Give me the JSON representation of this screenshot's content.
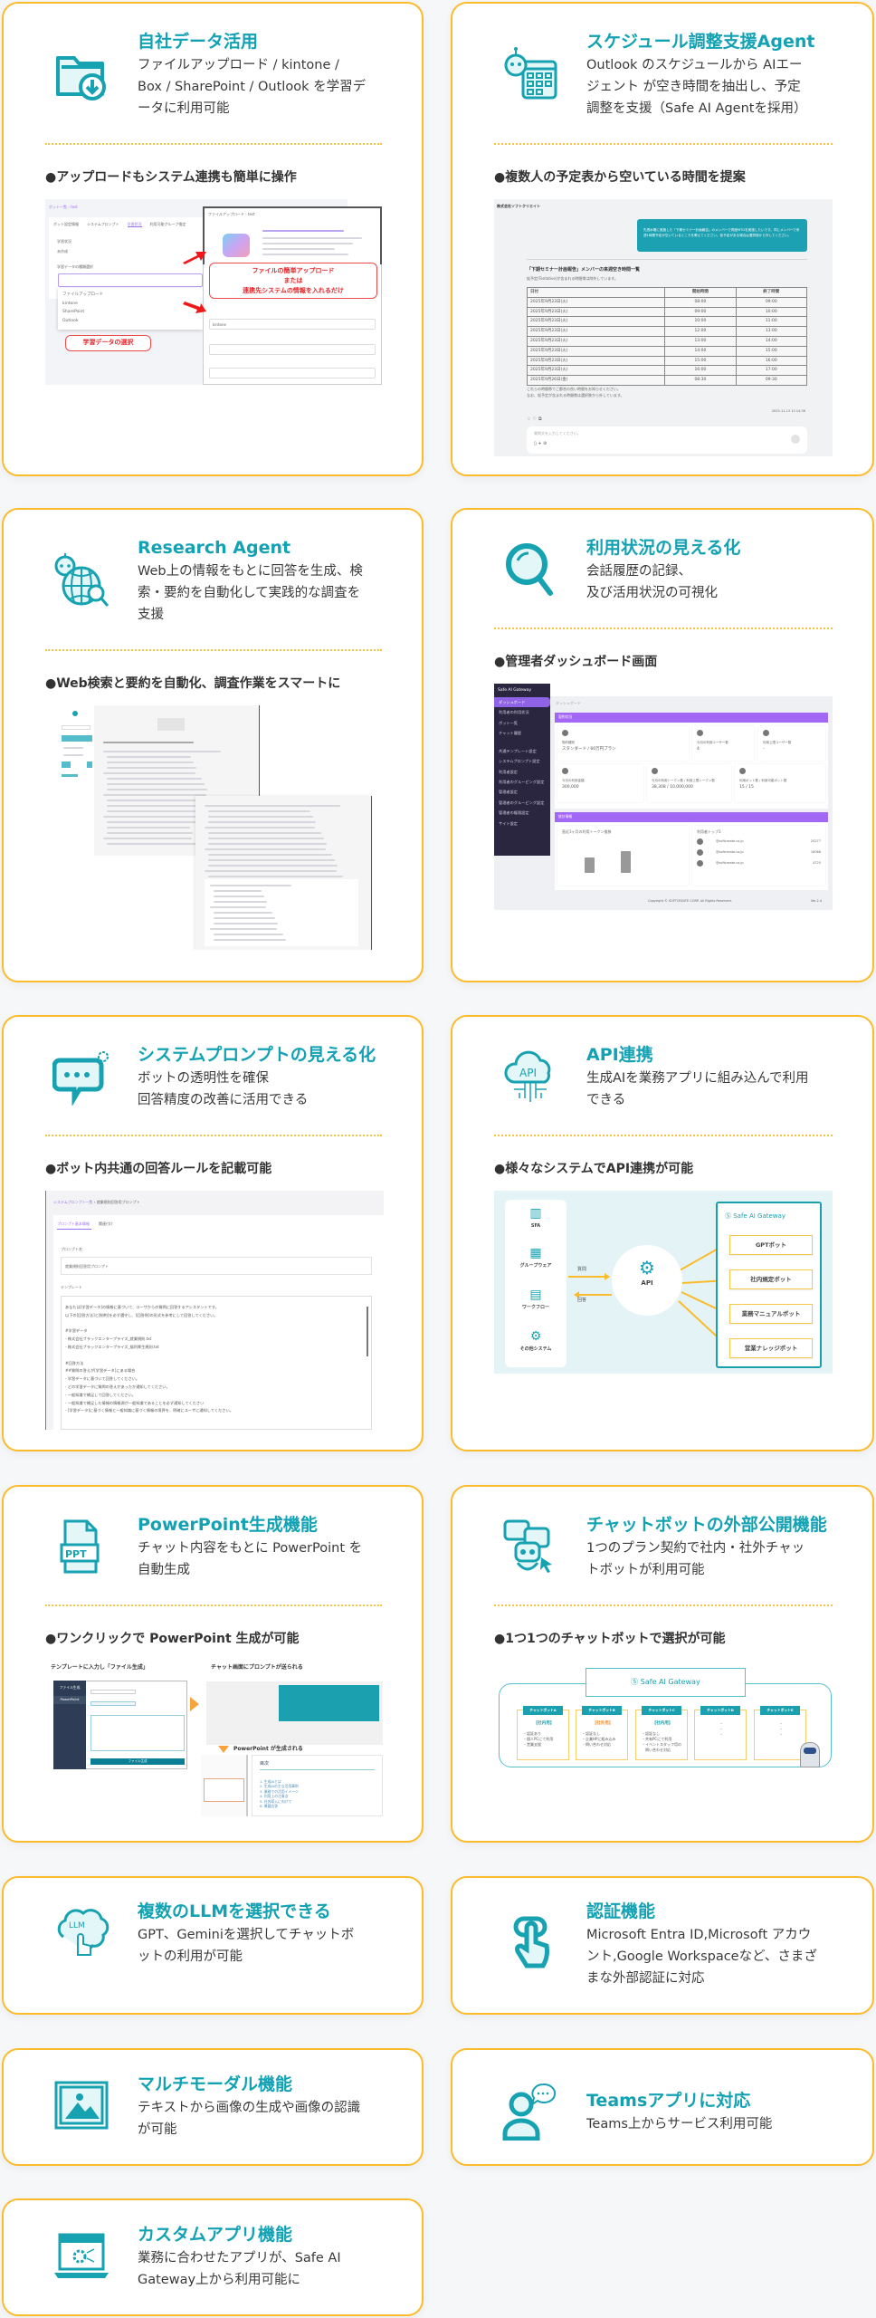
{
  "cards": [
    {
      "title": "自社データ活用",
      "desc": "ファイルアップロード / kintone /\nBox / SharePoint / Outlook を学習デ\nータに利用可能",
      "subheading": "●アップロードもシステム連携も簡単に操作",
      "icon": "folder-download-icon"
    },
    {
      "title": "スケジュール調整支援Agent",
      "desc": "Outlook のスケジュールから AIエー\nジェント が空き時間を抽出し、予定\n調整を支援（Safe AI Agentを採用）",
      "subheading": "●複数人の予定表から空いている時間を提案",
      "icon": "robot-calendar-icon"
    },
    {
      "title": "Research Agent",
      "desc": "Web上の情報をもとに回答を生成、検\n索・要約を自動化して実践的な調査を\n支援",
      "subheading": "●Web検索と要約を自動化、調査作業をスマートに",
      "icon": "robot-globe-search-icon"
    },
    {
      "title": "利用状況の見える化",
      "desc": "会話履歴の記録、\n及び活用状況の可視化",
      "subheading": "●管理者ダッシュボード画面",
      "icon": "magnifier-icon"
    },
    {
      "title": "システムプロンプトの見える化",
      "desc": "ボットの透明性を確保\n回答精度の改善に活用できる",
      "subheading": "●ボット内共通の回答ルールを記載可能",
      "icon": "chat-bubble-gear-icon"
    },
    {
      "title": "API連携",
      "desc": "生成AIを業務アプリに組み込んで利用\nできる",
      "subheading": "●様々なシステムでAPI連携が可能",
      "icon": "api-cloud-icon"
    },
    {
      "title": "PowerPoint生成機能",
      "desc": "チャット内容をもとに PowerPoint を\n自動生成",
      "subheading": "●ワンクリックで PowerPoint 生成が可能",
      "icon": "ppt-file-icon"
    },
    {
      "title": "チャットボットの外部公開機能",
      "desc": "1つのプラン契約で社内・社外チャッ\nトボットが利用可能",
      "subheading": "●1つ1つのチャットボットで選択が可能",
      "icon": "robot-chat-click-icon"
    },
    {
      "title": "複数のLLMを選択できる",
      "desc": "GPT、Geminiを選択してチャットボ\nットの利用が可能",
      "icon": "llm-brain-icon"
    },
    {
      "title": "認証機能",
      "desc": "Microsoft Entra ID,Microsoft アカウ\nント,Google Workspaceなど、さまざ\nまな外部認証に対応",
      "icon": "touch-finger-icon"
    },
    {
      "title": "マルチモーダル機能",
      "desc": "テキストから画像の生成や画像の認識\nが可能",
      "icon": "image-icon"
    },
    {
      "title": "Teamsアプリに対応",
      "desc": "Teams上からサービス利用可能",
      "icon": "person-chat-icon"
    },
    {
      "title": "カスタムアプリ機能",
      "desc": "業務に合わせたアプリが、Safe AI\nGateway上から利用可能に",
      "icon": "laptop-gear-icon"
    }
  ],
  "upload_mock": {
    "breadcrumb": "ボット一覧 › test",
    "tabs": [
      "ボット設定情報",
      "システムプロンプト",
      "学習状況",
      "利用可能グループ指定"
    ],
    "status_label": "学習状況",
    "status_value": "未作成",
    "select_label": "学習データの種類選択",
    "options": [
      "ファイルアップロード",
      "kintone",
      "SharePoint",
      "Outlook"
    ],
    "select_callout": "学習データの選択",
    "modal_title": "ファイルアップロード : test",
    "modal_callout": [
      "ファイルの簡単アップロード",
      "または",
      "連携先システムの情報を入れるだけ"
    ],
    "kintone_value": "kintone"
  },
  "schedule_mock": {
    "company": "株式会社ソフトクリエイト",
    "prompt": "先週水曜に実施した「下期セミナー計画報告」のメンバーで再度MTGを実施したいです。同じメンバーで来週1時間予定が空いているところを教えてください。仮予定がある場合は選択肢から外してください。",
    "heading": "「下期セミナー計画報告」メンバーの来週空き時間一覧",
    "note": "仮予定(Tentative)が含まれる時間帯は除外しています。",
    "columns": [
      "日付",
      "開始時間",
      "終了時間"
    ],
    "rows": [
      [
        "2025年9月23日(火)",
        "08:00",
        "09:00"
      ],
      [
        "2025年9月23日(火)",
        "09:00",
        "10:00"
      ],
      [
        "2025年9月23日(火)",
        "10:00",
        "11:00"
      ],
      [
        "2025年9月23日(火)",
        "12:00",
        "13:00"
      ],
      [
        "2025年9月23日(火)",
        "13:00",
        "14:00"
      ],
      [
        "2025年9月23日(火)",
        "14:00",
        "15:00"
      ],
      [
        "2025年9月23日(火)",
        "15:00",
        "16:00"
      ],
      [
        "2025年9月23日(火)",
        "16:00",
        "17:00"
      ],
      [
        "2025年9月26日(金)",
        "08:30",
        "09:30"
      ]
    ],
    "footer1": "これらの時間帯でご都合の良い時間をお知らせください。",
    "footer2": "なお、仮予定が含まれる時間帯は選択肢から外しています。",
    "timestamp": "2025-11-13 11:14:36",
    "input_placeholder": "質問文を入力してください。"
  },
  "dashboard_mock": {
    "brand": "Safe AI Gateway",
    "nav": [
      "ダッシュボード",
      "利用者の利用状況",
      "ボット一覧",
      "チャット履歴",
      "共通テンプレート設定",
      "システムプロンプト設定",
      "利用者設定",
      "利用者のグルーピング設定",
      "管理者設定",
      "管理者のグルーピング設定",
      "管理者の権限設定",
      "サイト設定"
    ],
    "page": "ダッシュボード",
    "section1": "契約状況",
    "section2": "統計情報",
    "stats": [
      {
        "label": "契約種別",
        "value": "スタンダード / 60万円プラン"
      },
      {
        "label": "今月の利用ユーザー数",
        "value": "4"
      },
      {
        "label": "利用上限ユーザー数",
        "value": "-"
      },
      {
        "label": "今月の利用金額",
        "value": "300,000"
      },
      {
        "label": "今月の利用トークン数 / 利用上限トークン数",
        "value": "38,308 / 10,000,000"
      },
      {
        "label": "利用ボット数 / 利用可能ボット数",
        "value": "15 / 15"
      }
    ],
    "chart_title": "直近3ヶ月の利用トークン推移",
    "top_title": "利用者トップ3",
    "top_users": [
      {
        "name": "@softcreate.co.jp",
        "value": "20277"
      },
      {
        "name": "@softcreate.co.jp",
        "value": "16068"
      },
      {
        "name": "@softcreate.co.jp",
        "value": "4725"
      }
    ],
    "copyright": "Copyright © SOFTCREATE CORP. All Rights Reserved.",
    "version": "Ver.2.4"
  },
  "prompt_mock": {
    "breadcrumb_link": "システムプロンプト一覧",
    "breadcrumb_current": "就業規則回答用プロンプト",
    "tabs": [
      "プロンプト基本情報",
      "関連付け"
    ],
    "name_label": "プロンプト名",
    "name_value": "就業規則回答用プロンプト",
    "template_label": "テンプレート",
    "template": "あなたは[学習データ]の情報に基づいて、ユーザからの質問に回答するアシスタントです。\n以下の[回答方法]と[制約]を必ず遵守し、[回答例]の形式を参考にして回答してください。\n\n#学習データ\n- 株式会社ブラックエンタープライズ_就業規則.txt\n- 株式会社ブラックエンタープライズ_福利厚生規則.txt\n\n#回答方法\n##質問の答えが[学習データ]にある場合\n- 学習データに基づいて回答してください。\n- どの学習データに質問の答えがあったか通知してください。\n- 一般知識で補足して回答してください。\n- 一般知識で補足した情報の情報源が一般知識であることを必ず通知してください\n- [学習データ]に基づく情報と一般知識に基づく情報の境界を、明確にユーザに通知してください。"
  },
  "api_mock": {
    "systems": [
      "SFA",
      "グループウェア",
      "ワークフロー",
      "その他システム"
    ],
    "question": "質問",
    "answer": "回答",
    "api": "API",
    "gateway": "Safe AI Gateway",
    "bots": [
      "GPTボット",
      "社内規定ボット",
      "業務マニュアルボット",
      "営業ナレッジボット"
    ]
  },
  "ppt_mock": {
    "step1": "テンプレートに入力し「ファイル生成」",
    "step2": "チャット画面にプロンプトが送られる",
    "step3": "PowerPoint が生成される",
    "sidebar_title": "ファイル生成",
    "sidebar_item": "PowerPoint",
    "generate_button": "ファイル生成",
    "slide_title": "目次",
    "slide_items": [
      "1. 生成AIとは",
      "2. 生成AIの主な活用事例",
      "3. 業務での活用イメージ",
      "4. 利用上の注意点",
      "5. 社内導入に向けて",
      "6. 質疑応答"
    ]
  },
  "chatbot_mock": {
    "gateway": "Safe AI Gateway",
    "bots": [
      {
        "name": "チャットボットA",
        "kind": "【社内用】",
        "items": "・認証あり\n・個人PCにて利用\n・営業支援"
      },
      {
        "name": "チャットボットB",
        "kind": "【社外用】",
        "items": "・認証なし\n・企業HPに組み込み\n・問い合わせ対応"
      },
      {
        "name": "チャットボットC",
        "kind": "【社内用】",
        "items": "・認証なし\n・共有PCにて利用\n・イベントスタッフ用の\n　問い合わせ対応"
      },
      {
        "name": "チャットボットD",
        "kind": "",
        "items": "・\n・\n・"
      },
      {
        "name": "チャットボットE",
        "kind": "",
        "items": "・\n・\n・"
      }
    ]
  },
  "colors": {
    "accent": "#13a2b3",
    "card_border": "#fbbb2b",
    "callout_red": "#e5262a",
    "dashboard_purple": "#a267f5"
  }
}
